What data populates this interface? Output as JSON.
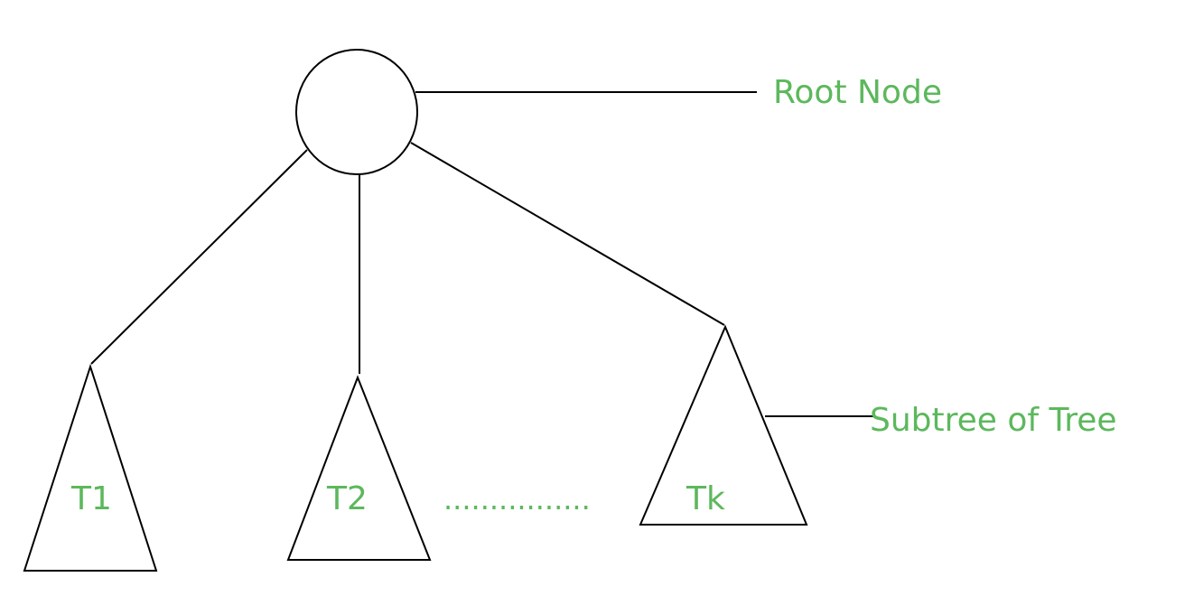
{
  "labels": {
    "root_node": "Root Node",
    "subtree": "Subtree of Tree",
    "t1": "T1",
    "t2": "T2",
    "tk": "Tk",
    "ellipsis": "................"
  },
  "colors": {
    "label": "#5cb85c",
    "line": "#000000",
    "background": "#ffffff"
  }
}
